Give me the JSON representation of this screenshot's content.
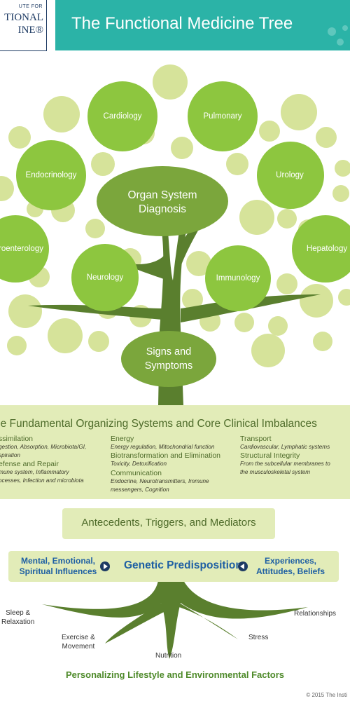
{
  "logo": {
    "line1": "UTE FOR",
    "line2": "TIONAL",
    "line3": "INE®"
  },
  "title": "The Functional Medicine Tree",
  "center": {
    "diagnosis": "Organ System\nDiagnosis",
    "symptoms": "Signs and\nSymptoms"
  },
  "organs": {
    "cardiology": "Cardiology",
    "pulmonary": "Pulmonary",
    "endocrinology": "Endocrinology",
    "urology": "Urology",
    "gastro": "roenterology",
    "hepatology": "Hepatology",
    "neurology": "Neurology",
    "immunology": "Immunology"
  },
  "core": {
    "title": "he Fundamental Organizing Systems and Core Clinical Imbalances",
    "col1": [
      {
        "head": "ssimilation",
        "detail": "gestion, Absorption, Microbiota/GI,\nspiration"
      },
      {
        "head": "efense and Repair",
        "detail": "mune system, Inflammatory\nocesses, Infection and microbiota"
      }
    ],
    "col2": [
      {
        "head": "Energy",
        "detail": "Energy regulation, Mitochondrial function"
      },
      {
        "head": "Biotransformation and Elimination",
        "detail": "Toxicity, Detoxification"
      },
      {
        "head": "Communication",
        "detail": "Endocrine, Neurotransmitters, Immune\nmessengers, Cognition"
      }
    ],
    "col3": [
      {
        "head": "Transport",
        "detail": "Cardiovascular, Lymphatic systems"
      },
      {
        "head": "Structural Integrity",
        "detail": "From the subcellular membranes to\nthe musculoskeletal system"
      }
    ]
  },
  "antecedents": "Antecedents, Triggers, and Mediators",
  "genetic": {
    "left": "Mental, Emotional,\nSpiritual Influences",
    "center": "Genetic Predisposition",
    "right": "Experiences,\nAttitudes, Beliefs"
  },
  "roots": {
    "sleep": "Sleep &\nRelaxation",
    "exercise": "Exercise &\nMovement",
    "nutrition": "Nutrition",
    "stress": "Stress",
    "relationships": "Relationships"
  },
  "footer": "Personalizing Lifestyle and Environmental Factors",
  "copyright": "© 2015 The Insti",
  "colors": {
    "teal": "#2bb3a7",
    "green": "#8dc63f",
    "trunk": "#5a7f2e",
    "lightgreen": "#d6e39a",
    "navy": "#1d3a63",
    "blue": "#1e5fa3"
  }
}
